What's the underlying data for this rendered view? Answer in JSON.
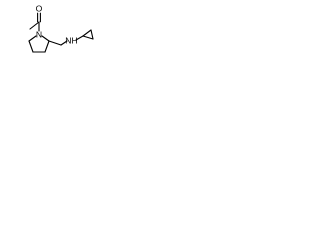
{
  "molecule": {
    "atoms": {
      "oxygen": "O",
      "nitrogen_ring": "N",
      "nitrogen_amine": "NH"
    }
  }
}
